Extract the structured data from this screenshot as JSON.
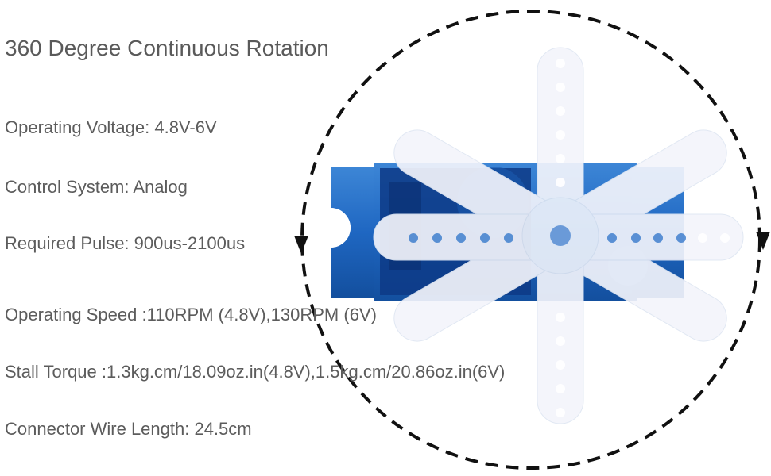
{
  "title": "360 Degree Continuous Rotation",
  "specs": {
    "operating_voltage": "Operating Voltage: 4.8V-6V",
    "control_system": "Control System: Analog",
    "required_pulse": "Required Pulse: 900us-2100us",
    "operating_speed": "Operating Speed :110RPM (4.8V),130RPM (6V)",
    "stall_torque": "Stall Torque :1.3kg.cm/18.09oz.in(4.8V),1.5kg.cm/20.86oz.in(6V)",
    "wire_length": "Connector Wire Length: 24.5cm"
  },
  "colors": {
    "servo_blue": "#1f67c2",
    "servo_dark": "#0d3a86",
    "horn": "#f3f5fb",
    "text": "#5c5c5c",
    "arrow": "#111111"
  }
}
